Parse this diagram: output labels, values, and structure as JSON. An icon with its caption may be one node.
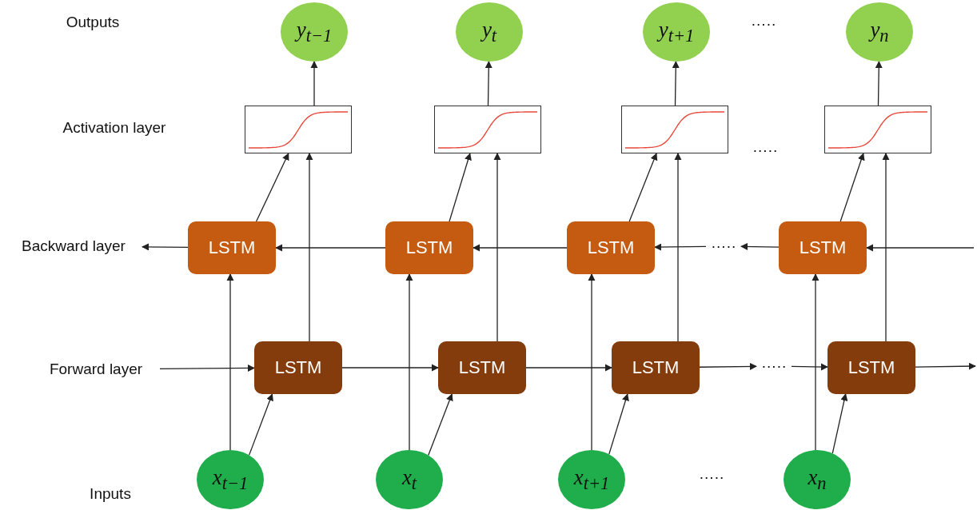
{
  "diagram": {
    "nodes": [
      {
        "text": [
          "y$_{t−1}$"
        ]
      },
      {
        "text": [
          "y$_{t}$"
        ]
      },
      {
        "text": [
          "y$_{t+1}$"
        ]
      },
      {
        "text": [
          "y$_{n}$"
        ]
      },
      {
        "text": [],
        "shape": "box"
      },
      {
        "text": [],
        "shape": "box"
      },
      {
        "text": [],
        "shape": "box"
      },
      {
        "text": [],
        "shape": "box"
      },
      {
        "text": [
          "Backward layer"
        ]
      },
      {
        "text": [
          "LSTM"
        ]
      },
      {
        "text": [
          "LSTM"
        ]
      },
      {
        "text": [
          "LSTM"
        ]
      },
      {
        "text": [
          "LSTM"
        ]
      },
      {
        "text": [
          "·····"
        ]
      },
      {
        "text": [
          "Forward layer"
        ]
      },
      {
        "text": [
          "LSTM"
        ]
      },
      {
        "text": [
          "LSTM"
        ]
      },
      {
        "text": [
          "LSTM"
        ]
      },
      {
        "text": [
          "LSTM"
        ]
      },
      {
        "text": [
          "·····"
        ]
      },
      {
        "text": [
          "x$_{t−1}$"
        ]
      },
      {
        "text": [
          "x$_{t}$"
        ]
      },
      {
        "text": [
          "x$_{t+1}$"
        ]
      },
      {
        "text": [
          "x$_{n}$"
        ]
      }
    ],
    "edges": [
      {
        "from": 4,
        "to": 0,
        "arrow": "to"
      },
      {
        "from": 5,
        "to": 1,
        "arrow": "to"
      },
      {
        "from": 6,
        "to": 2,
        "arrow": "to"
      },
      {
        "from": 7,
        "to": 3,
        "arrow": "to"
      },
      {
        "from": 9,
        "to": 4,
        "arrow": "to"
      },
      {
        "from": 15,
        "to": 4,
        "arrow": "to"
      },
      {
        "from": 10,
        "to": 5,
        "arrow": "to"
      },
      {
        "from": 16,
        "to": 5,
        "arrow": "to"
      },
      {
        "from": 11,
        "to": 6,
        "arrow": "to"
      },
      {
        "from": 17,
        "to": 6,
        "arrow": "to"
      },
      {
        "from": 12,
        "to": 7,
        "arrow": "to"
      },
      {
        "from": 18,
        "to": 7,
        "arrow": "to"
      },
      {
        "from": 20,
        "to": 9,
        "arrow": "to"
      },
      {
        "from": 20,
        "to": 15,
        "arrow": "to"
      },
      {
        "from": 21,
        "to": 10,
        "arrow": "to"
      },
      {
        "from": 21,
        "to": 16,
        "arrow": "to"
      },
      {
        "from": 22,
        "to": 11,
        "arrow": "to"
      },
      {
        "from": 22,
        "to": 17,
        "arrow": "to"
      },
      {
        "from": 23,
        "to": 12,
        "arrow": "to"
      },
      {
        "from": 23,
        "to": 18,
        "arrow": "to"
      },
      {
        "from": null,
        "to": 12,
        "arrow": "to"
      },
      {
        "from": 12,
        "to": 13,
        "arrow": "to"
      },
      {
        "from": 13,
        "to": 11,
        "arrow": "to"
      },
      {
        "from": 11,
        "to": 10,
        "arrow": "to"
      },
      {
        "from": 10,
        "to": 9,
        "arrow": "to"
      },
      {
        "from": 9,
        "to": 8,
        "arrow": "to"
      },
      {
        "from": 14,
        "to": 15,
        "arrow": "to"
      },
      {
        "from": 15,
        "to": 16,
        "arrow": "to"
      },
      {
        "from": 16,
        "to": 17,
        "arrow": "to"
      },
      {
        "from": 17,
        "to": 19,
        "arrow": "to"
      },
      {
        "from": 19,
        "to": 18,
        "arrow": "to"
      },
      {
        "from": 18,
        "to": null,
        "arrow": "to"
      }
    ],
    "labels": [
      "Outputs",
      "Activation layer",
      "·····",
      "·····",
      "Inputs",
      "·····"
    ]
  }
}
